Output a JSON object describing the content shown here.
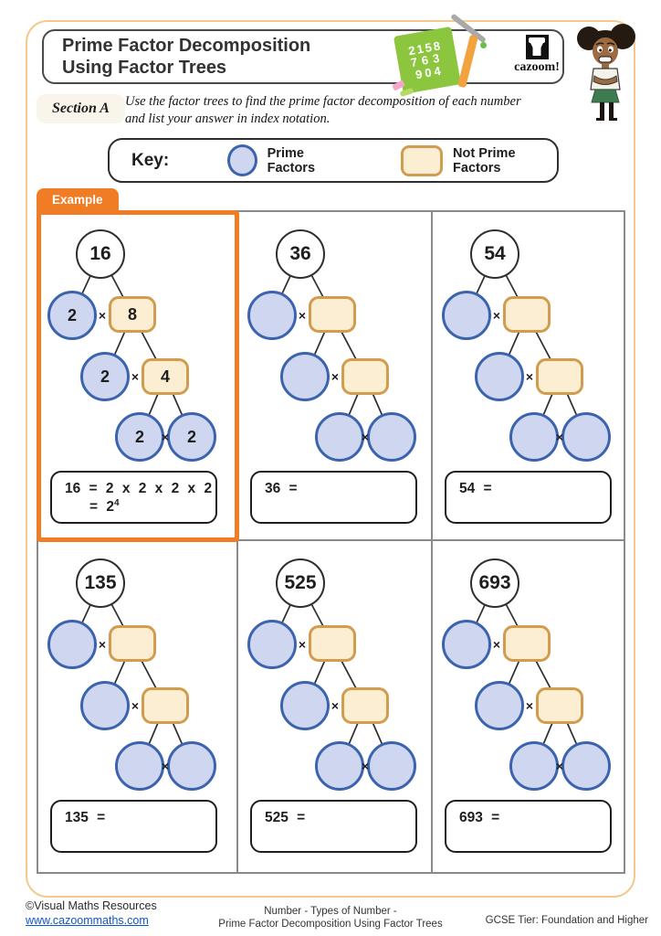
{
  "header": {
    "title_line1": "Prime Factor Decomposition",
    "title_line2": "Using Factor Trees",
    "logo_text": "cazoom!",
    "note_lines": [
      "2158",
      "763",
      "904"
    ]
  },
  "section": {
    "label": "Section A",
    "instruction_line1": "Use the factor trees to find the prime factor decomposition of each number",
    "instruction_line2": "and list your answer in index notation."
  },
  "key": {
    "label": "Key:",
    "prime_label": "Prime Factors",
    "not_prime_label": "Not Prime Factors"
  },
  "example": {
    "tab_label": "Example"
  },
  "symbols": {
    "multiply": "×"
  },
  "colors": {
    "accent_orange": "#F07D26",
    "prime_fill": "#CFD6EF",
    "prime_border": "#3B63AE",
    "not_prime_fill": "#FBEED2",
    "not_prime_border": "#D29C4E",
    "grid_border": "#8a8a8a"
  },
  "cells": [
    {
      "root": "16",
      "l1_left": "2",
      "l1_right": "8",
      "l2_left": "2",
      "l2_right": "4",
      "l3_left": "2",
      "l3_right": "2",
      "answer_line1": "16 = 2 x 2 x 2 x 2",
      "answer_line2_base": "= 2",
      "answer_line2_exponent": "4"
    },
    {
      "root": "36",
      "answer_line1": "36 ="
    },
    {
      "root": "54",
      "answer_line1": "54 ="
    },
    {
      "root": "135",
      "answer_line1": "135 ="
    },
    {
      "root": "525",
      "answer_line1": "525 ="
    },
    {
      "root": "693",
      "answer_line1": "693 ="
    }
  ],
  "footer": {
    "copyright": "©Visual Maths Resources",
    "website": "www.cazoommaths.com",
    "center_line1": "Number - Types of Number -",
    "center_line2": "Prime Factor Decomposition Using Factor Trees",
    "tier": "GCSE Tier: Foundation and Higher"
  }
}
